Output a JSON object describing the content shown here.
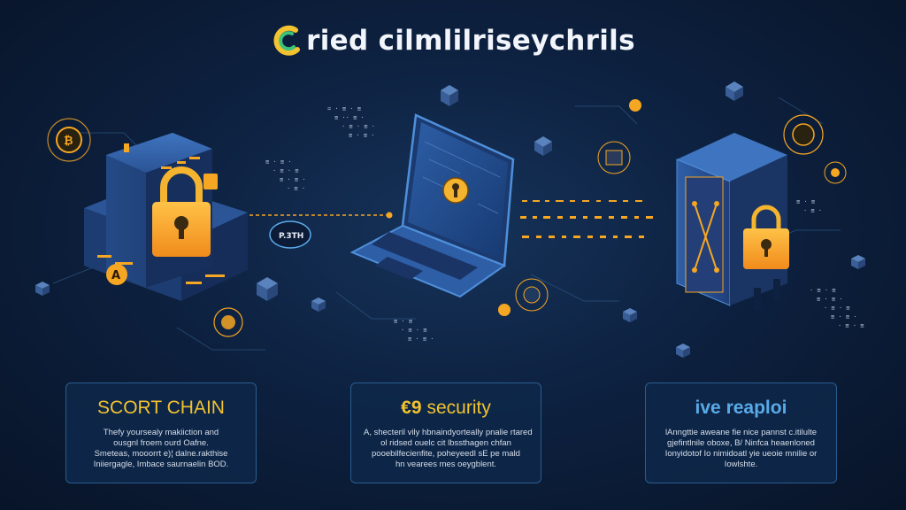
{
  "title": "ried cilmlilriseychrils",
  "title_logo_letter": "C",
  "lock_badge_text": "P.3TH",
  "cards": [
    {
      "title": "SCORT CHAIN",
      "lines": [
        "Thefy yoursealy makiiction and",
        "ousgnl froem ourd Oafne.",
        "Smeteas, mooorrt e)¦ dalne.rakthise",
        "Iniiergagle, Imbace saurnaelin BOD."
      ]
    },
    {
      "prefix": "€9",
      "title": "security",
      "lines": [
        "A, shecteril vily hbnaindyorteally pnalie rtared",
        "ol ridsed ouelc cit lbssthagen chfan",
        "pooebilfecienfite, poheyeedl sE pe mald",
        "hn vearees mes oeygblent."
      ]
    },
    {
      "title": "ive reaploi",
      "lines": [
        "lAnngttie aweane fie nice pannst c.itilulte",
        "gjefintlnile oboxe, B/ Ninfca heaenloned",
        "Ionyidotof Io nimidoatl yie ueoie mnilie or",
        "Iowlshte."
      ]
    }
  ],
  "colors": {
    "accent_yellow": "#f2c230",
    "accent_orange": "#f5a623",
    "accent_blue": "#5aaae8",
    "panel_border": "#2a5c8f"
  },
  "icons": [
    "logo-icon",
    "server-icon",
    "padlock-icon",
    "laptop-icon",
    "key-icon",
    "vault-icon",
    "bitcoin-icon",
    "cube-icon"
  ]
}
